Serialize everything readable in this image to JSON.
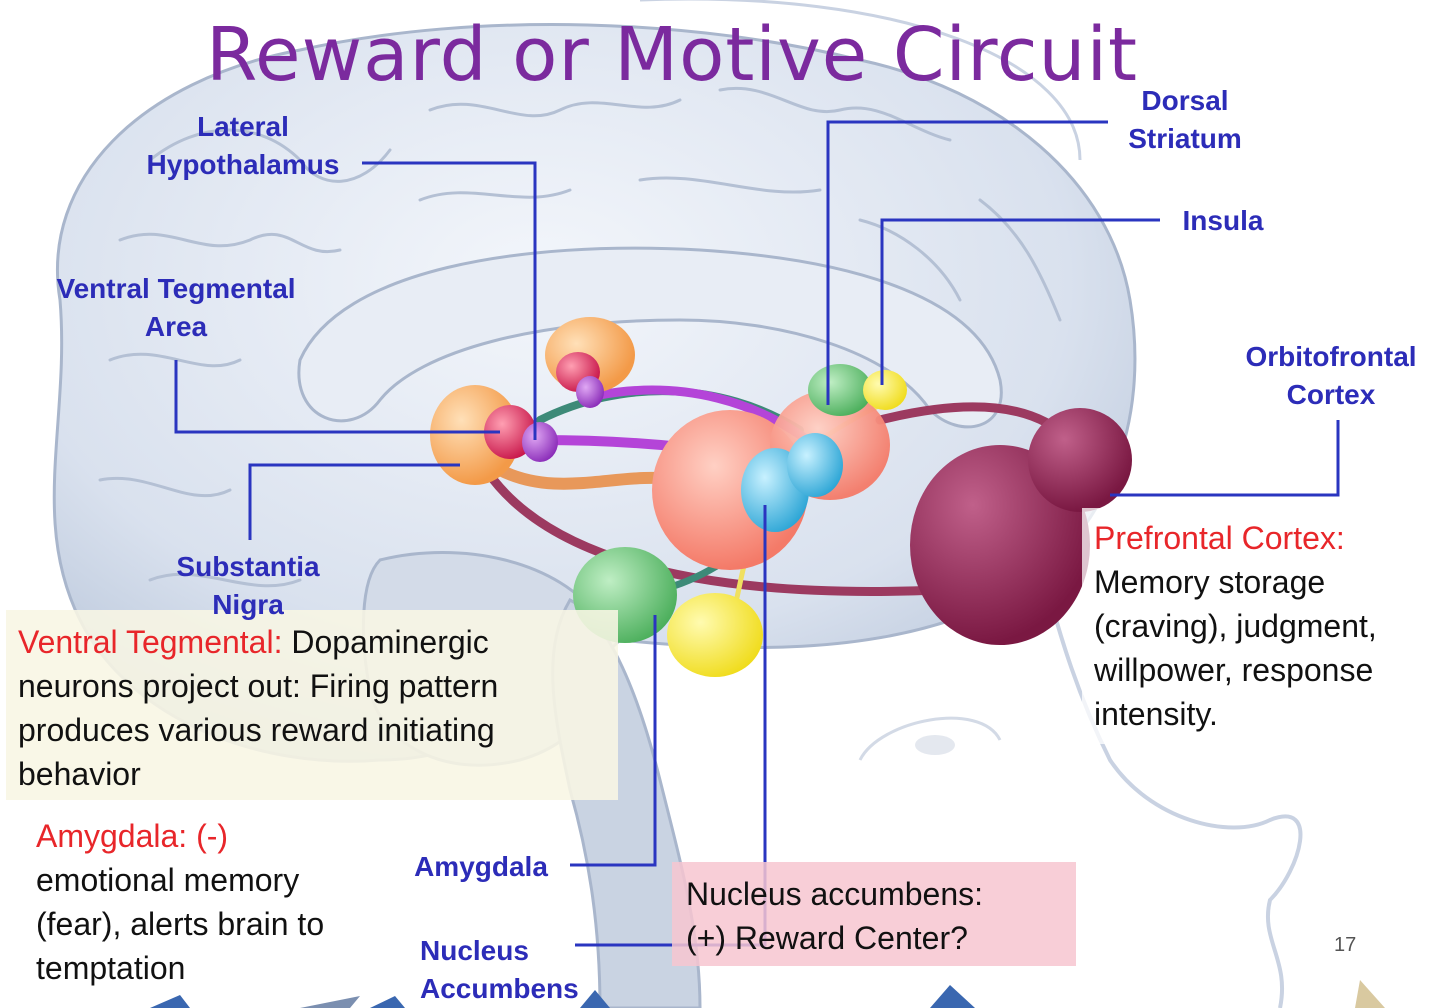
{
  "title": "Reward or Motive Circuit",
  "labels": {
    "dorsal_striatum": [
      "Dorsal",
      "Striatum"
    ],
    "lateral_hypothalamus": [
      "Lateral",
      "Hypothalamus"
    ],
    "insula": "Insula",
    "ventral_tegmental_area": [
      "Ventral Tegmental",
      "Area"
    ],
    "orbitofrontal_cortex": [
      "Orbitofrontal",
      "Cortex"
    ],
    "substantia_nigra": [
      "Substantia",
      "Nigra"
    ],
    "amygdala": "Amygdala",
    "nucleus_accumbens": [
      "Nucleus",
      "Accumbens"
    ]
  },
  "notes": {
    "prefrontal": {
      "heading": "Prefrontal Cortex:",
      "lines": [
        "Memory storage",
        "(craving), judgment,",
        "willpower, response",
        "intensity."
      ]
    },
    "ventral_tegmental": {
      "heading": "Ventral Tegmental:",
      "first_line_rest": " Dopaminergic",
      "lines": [
        "neurons project out: Firing pattern",
        "produces various reward initiating",
        "behavior"
      ]
    },
    "amygdala": {
      "heading": "Amygdala: (-)",
      "lines": [
        "emotional memory",
        "(fear), alerts brain to",
        "temptation"
      ]
    },
    "nucleus_accumbens": {
      "lines": [
        "Nucleus accumbens:",
        "(+)  Reward Center?"
      ]
    }
  },
  "page_number": "17",
  "colors": {
    "title": "#7b2a9e",
    "label": "#2c2cb8",
    "heading_red": "#e8262a",
    "brain_fill": "#dfe6f1",
    "pathway": "#9c3a60",
    "orbitofrontal": "#8a1f4e",
    "nucleus_panel": "#f7c6d0",
    "vta_panel": "#f8f6e4"
  }
}
